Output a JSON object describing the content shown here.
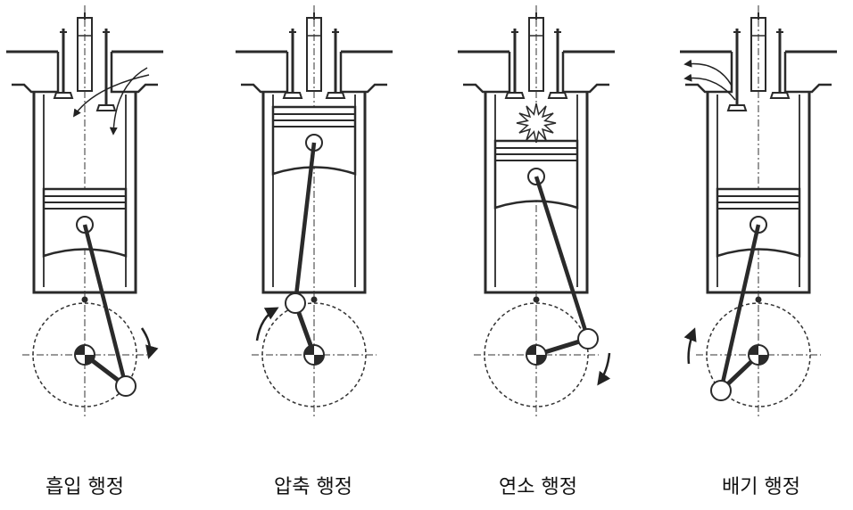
{
  "strokes": [
    {
      "label": "흡입 행정",
      "piston": "bottom",
      "crank": "down-right",
      "rotation": "cw-right",
      "flow": "intake",
      "spark": false
    },
    {
      "label": "압축 행정",
      "piston": "top",
      "crank": "up-left",
      "rotation": "cw-left",
      "flow": "none",
      "spark": false
    },
    {
      "label": "연소 행정",
      "piston": "middle",
      "crank": "right",
      "rotation": "down-right",
      "flow": "none",
      "spark": true
    },
    {
      "label": "배기 행정",
      "piston": "bottom",
      "crank": "down-left",
      "rotation": "up-left",
      "flow": "exhaust",
      "spark": false
    }
  ],
  "colors": {
    "line": "#2a2a2a",
    "dash": "#333333",
    "background": "#ffffff"
  }
}
